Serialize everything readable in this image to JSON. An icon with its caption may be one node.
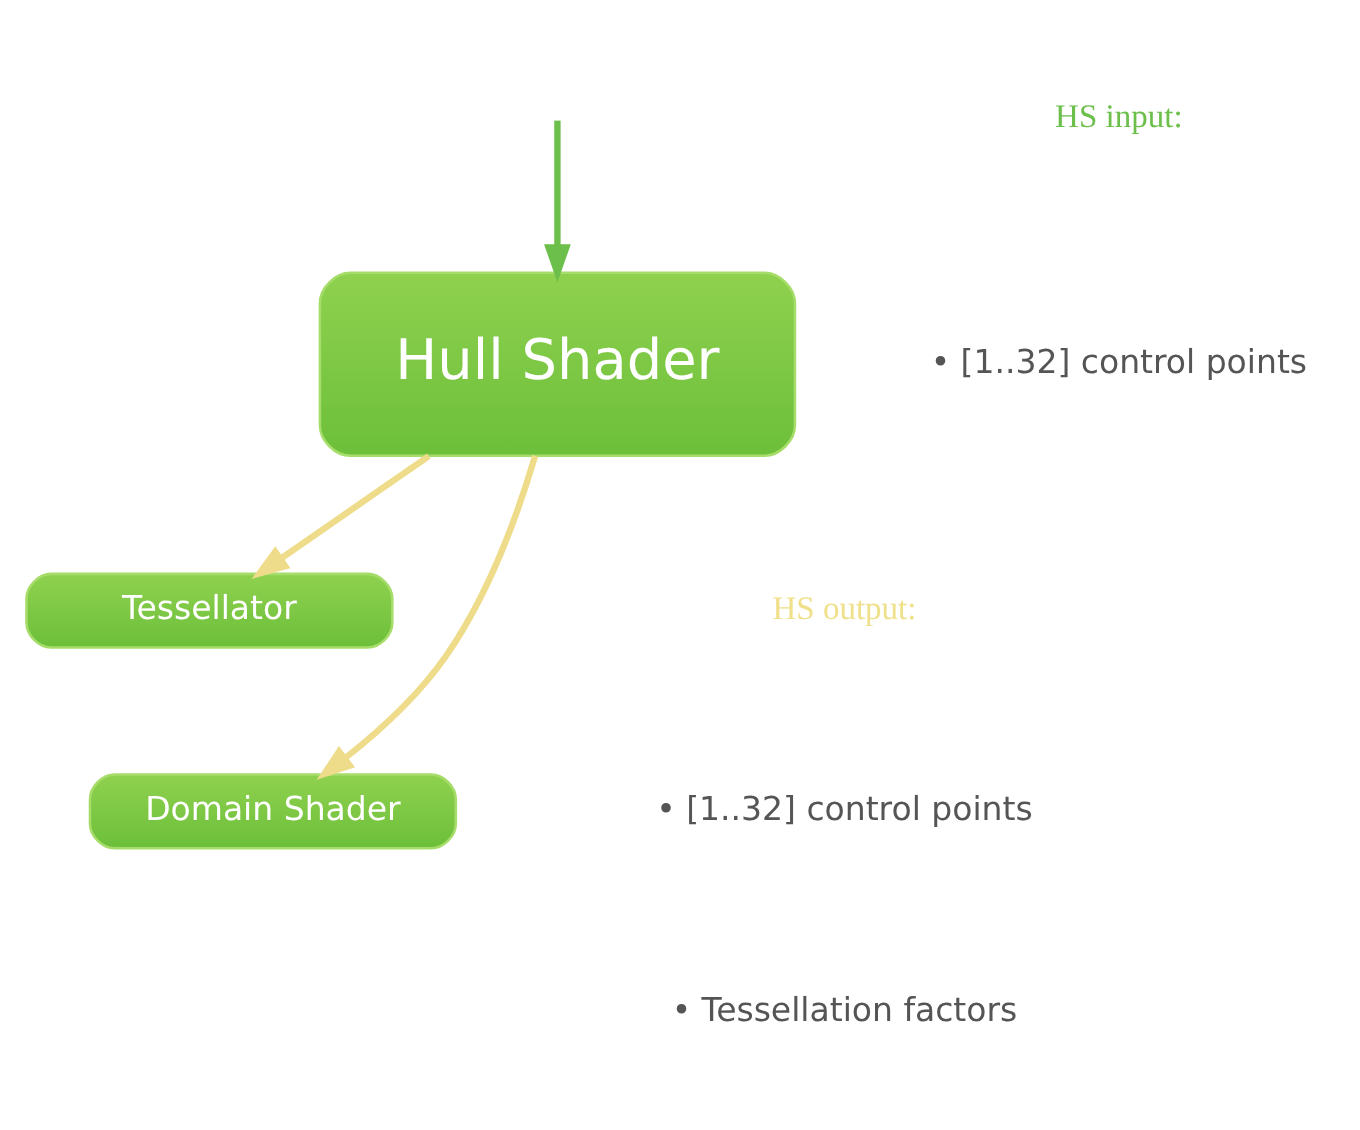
{
  "diagram": {
    "nodes": [
      {
        "text": [
          "Hull Shader"
        ]
      },
      {
        "text": [
          "Tessellator"
        ]
      },
      {
        "text": [
          "Domain Shader"
        ]
      }
    ],
    "edges": [
      {
        "from": null,
        "to": 0,
        "arrow": "to",
        "color": "#6cbf4a"
      },
      {
        "from": 0,
        "to": 1,
        "arrow": "to"
      },
      {
        "from": 0,
        "to": 2,
        "arrow": "to"
      }
    ],
    "labels": [
      "HS input:",
      "• [1..32] control points",
      "HS output:",
      "• [1..32] control points",
      "• Tessellation factors"
    ]
  }
}
